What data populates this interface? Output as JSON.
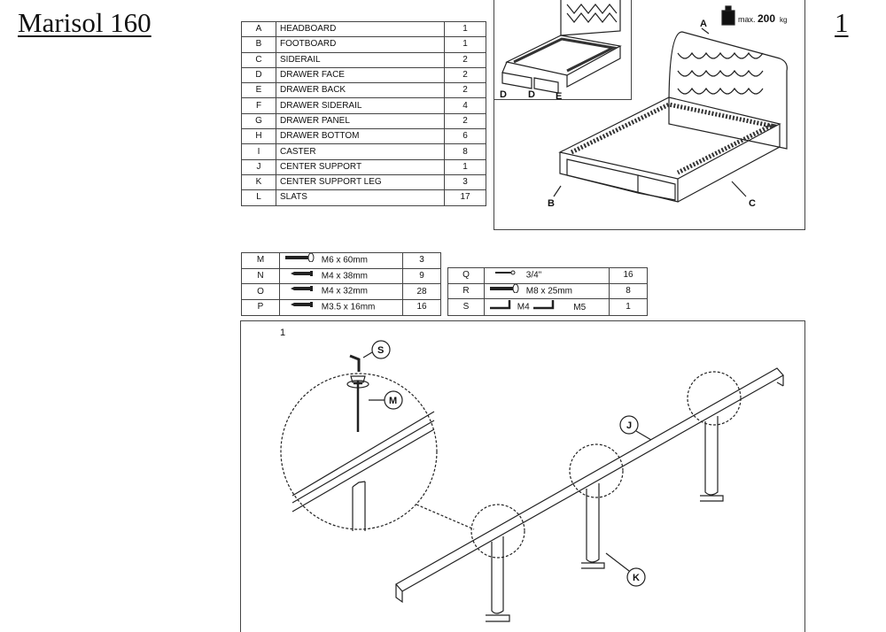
{
  "header": {
    "title": "Marisol 160",
    "page_number": "1"
  },
  "parts_table": [
    {
      "code": "A",
      "name": "HEADBOARD",
      "qty": "1"
    },
    {
      "code": "B",
      "name": "FOOTBOARD",
      "qty": "1"
    },
    {
      "code": "C",
      "name": "SIDERAIL",
      "qty": "2"
    },
    {
      "code": "D",
      "name": "DRAWER FACE",
      "qty": "2"
    },
    {
      "code": "E",
      "name": "DRAWER BACK",
      "qty": "2"
    },
    {
      "code": "F",
      "name": "DRAWER SIDERAIL",
      "qty": "4"
    },
    {
      "code": "G",
      "name": "DRAWER PANEL",
      "qty": "2"
    },
    {
      "code": "H",
      "name": "DRAWER BOTTOM",
      "qty": "6"
    },
    {
      "code": "I",
      "name": "CASTER",
      "qty": "8"
    },
    {
      "code": "J",
      "name": "CENTER SUPPORT",
      "qty": "1"
    },
    {
      "code": "K",
      "name": "CENTER SUPPORT LEG",
      "qty": "3"
    },
    {
      "code": "L",
      "name": "SLATS",
      "qty": "17"
    }
  ],
  "hardware_table_1": [
    {
      "code": "M",
      "icon": "bolt-icon",
      "size": "M6 x 60mm",
      "qty": "3"
    },
    {
      "code": "N",
      "icon": "screw-icon",
      "size": "M4 x 38mm",
      "qty": "9"
    },
    {
      "code": "O",
      "icon": "screw-icon",
      "size": "M4 x 32mm",
      "qty": "28"
    },
    {
      "code": "P",
      "icon": "screw-icon",
      "size": "M3.5 x 16mm",
      "qty": "16"
    }
  ],
  "hardware_table_2": [
    {
      "code": "Q",
      "icon": "dowel-icon",
      "size": "3/4\"",
      "qty": "16"
    },
    {
      "code": "R",
      "icon": "bolt-icon",
      "size": "M8 x 25mm",
      "qty": "8"
    },
    {
      "code": "S",
      "icon": "allen-key-icon",
      "size": "M4",
      "size2": "M5",
      "qty": "1"
    }
  ],
  "overview": {
    "labels": [
      "A",
      "B",
      "C",
      "D",
      "D",
      "E"
    ],
    "max_load": "max.",
    "max_load_value": "200",
    "max_load_unit": "kg"
  },
  "step": {
    "number": "1",
    "callouts": [
      "S",
      "M",
      "J",
      "K"
    ]
  }
}
